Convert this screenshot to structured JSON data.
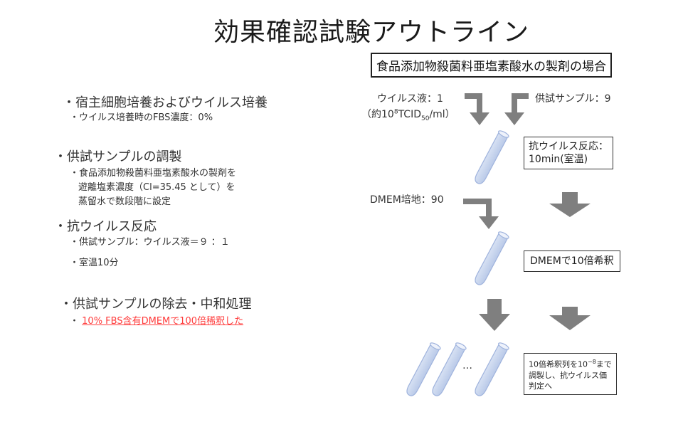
{
  "title": "効果確認試験アウトライン",
  "case_label": "食品添加物殺菌料亜塩素酸水の製剤の場合",
  "outline": [
    {
      "heading": "・宿主細胞培養およびウイルス培養",
      "subs": [
        "・ウイルス培養時のFBS濃度：0%"
      ]
    },
    {
      "heading": "・供試サンプルの調製",
      "subs": [
        "・食品添加物殺菌料亜塩素酸水の製剤を",
        "遊離塩素濃度（Cl=35.45 として）を",
        "蒸留水で数段階に設定"
      ]
    },
    {
      "heading": "・抗ウイルス反応",
      "subs": [
        "・供試サンプル：ウイルス液＝９ ：１",
        "・室温10分"
      ]
    },
    {
      "heading": "・供試サンプルの除去・中和処理",
      "subs_prefix": "・",
      "highlight": "10% FBS含有DMEMで100倍稀釈した"
    }
  ],
  "flow": {
    "virus_label": "ウイルス液：1",
    "virus_conc_pre": "（約10",
    "virus_conc_sup": "8",
    "virus_conc_mid": "TCID",
    "virus_conc_sub": "50",
    "virus_conc_post": "/ml）",
    "sample_label": "供試サンプル：9",
    "reaction_line1": "抗ウイルス反応：",
    "reaction_line2": "10min(室温)",
    "dmem_label": "DMEM培地：90",
    "dilute_label": "DMEMで10倍希釈",
    "ellipsis": "…",
    "final_line1_pre": "10倍希釈列を10",
    "final_line1_sup": "−8",
    "final_line1_post": "まで",
    "final_line2": "調製し、抗ウイルス価",
    "final_line3": "判定へ"
  },
  "colors": {
    "arrow": "#7f7f7f",
    "tube_fill": "#c9d6ee",
    "tube_stroke": "#9fb3dd",
    "highlight_red": "#ff3b3b"
  }
}
